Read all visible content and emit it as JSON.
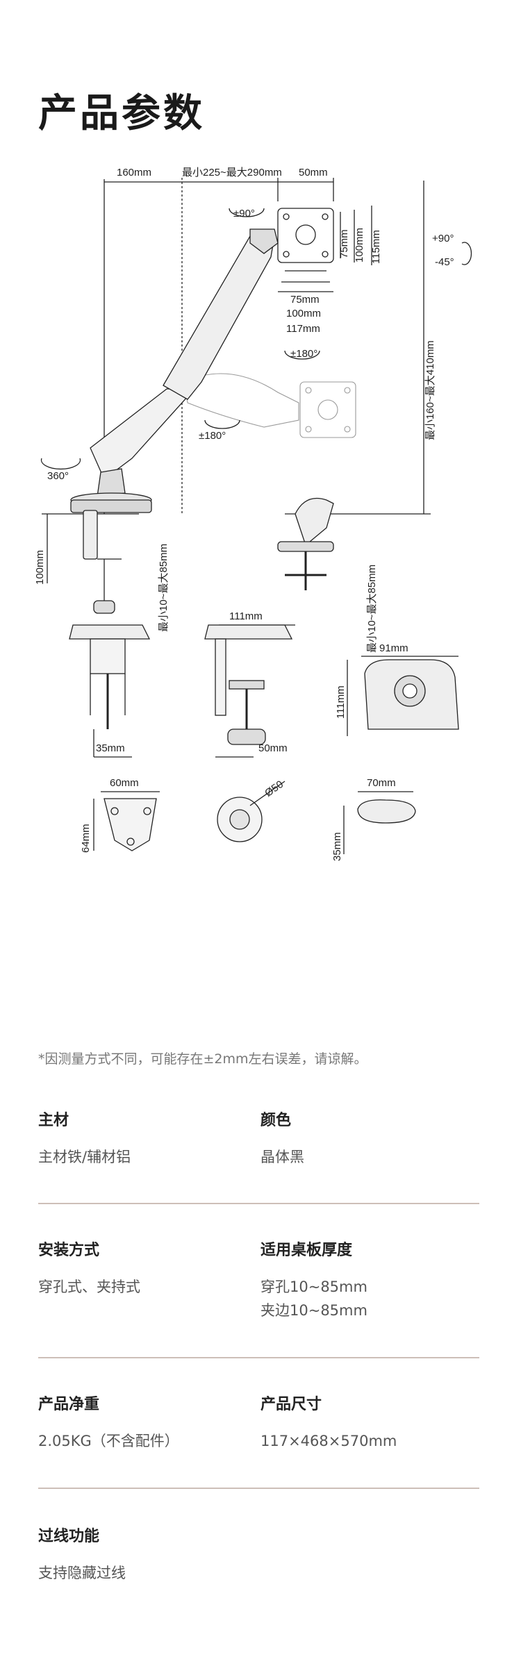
{
  "page_title": "产品参数",
  "diagram": {
    "dims": {
      "reach_left": "160mm",
      "reach_range": "最小225~最大290mm",
      "vesa_offset": "50mm",
      "tilt": "±90°",
      "vesa_75_v": "75mm",
      "vesa_100_v": "100mm",
      "vesa_115_v": "115mm",
      "vesa_75_h": "75mm",
      "vesa_100_h": "100mm",
      "vesa_117_h": "117mm",
      "swivel_upper": "±180°",
      "swivel_lower": "±180°",
      "rotate_plus": "+90°",
      "rotate_minus": "-45°",
      "rotation_360": "360°",
      "height_range": "最小160~最大410mm",
      "pole_100": "100mm",
      "clamp_range_left": "最小10~最大85mm",
      "clamp_range_right": "最小10~最大85mm",
      "base_111_w": "111mm",
      "clamp_35": "35mm",
      "clamp_50": "50mm",
      "top_91": "91mm",
      "top_111_h": "111mm",
      "plate_60": "60mm",
      "plate_64": "64mm",
      "washer_50": "Ø50",
      "pad_70": "70mm",
      "pad_35": "35mm"
    }
  },
  "note": "*因测量方式不同，可能存在±2mm左右误差，请谅解。",
  "specs": [
    [
      {
        "label": "主材",
        "value": "主材铁/辅材铝"
      },
      {
        "label": "颜色",
        "value": "晶体黑"
      }
    ],
    [
      {
        "label": "安装方式",
        "value": "穿孔式、夹持式"
      },
      {
        "label": "适用桌板厚度",
        "value": "穿孔10~85mm\n夹边10~85mm"
      }
    ],
    [
      {
        "label": "产品净重",
        "value": "2.05KG（不含配件）"
      },
      {
        "label": "产品尺寸",
        "value": "117×468×570mm"
      }
    ],
    [
      {
        "label": "过线功能",
        "value": "支持隐藏过线"
      }
    ]
  ]
}
